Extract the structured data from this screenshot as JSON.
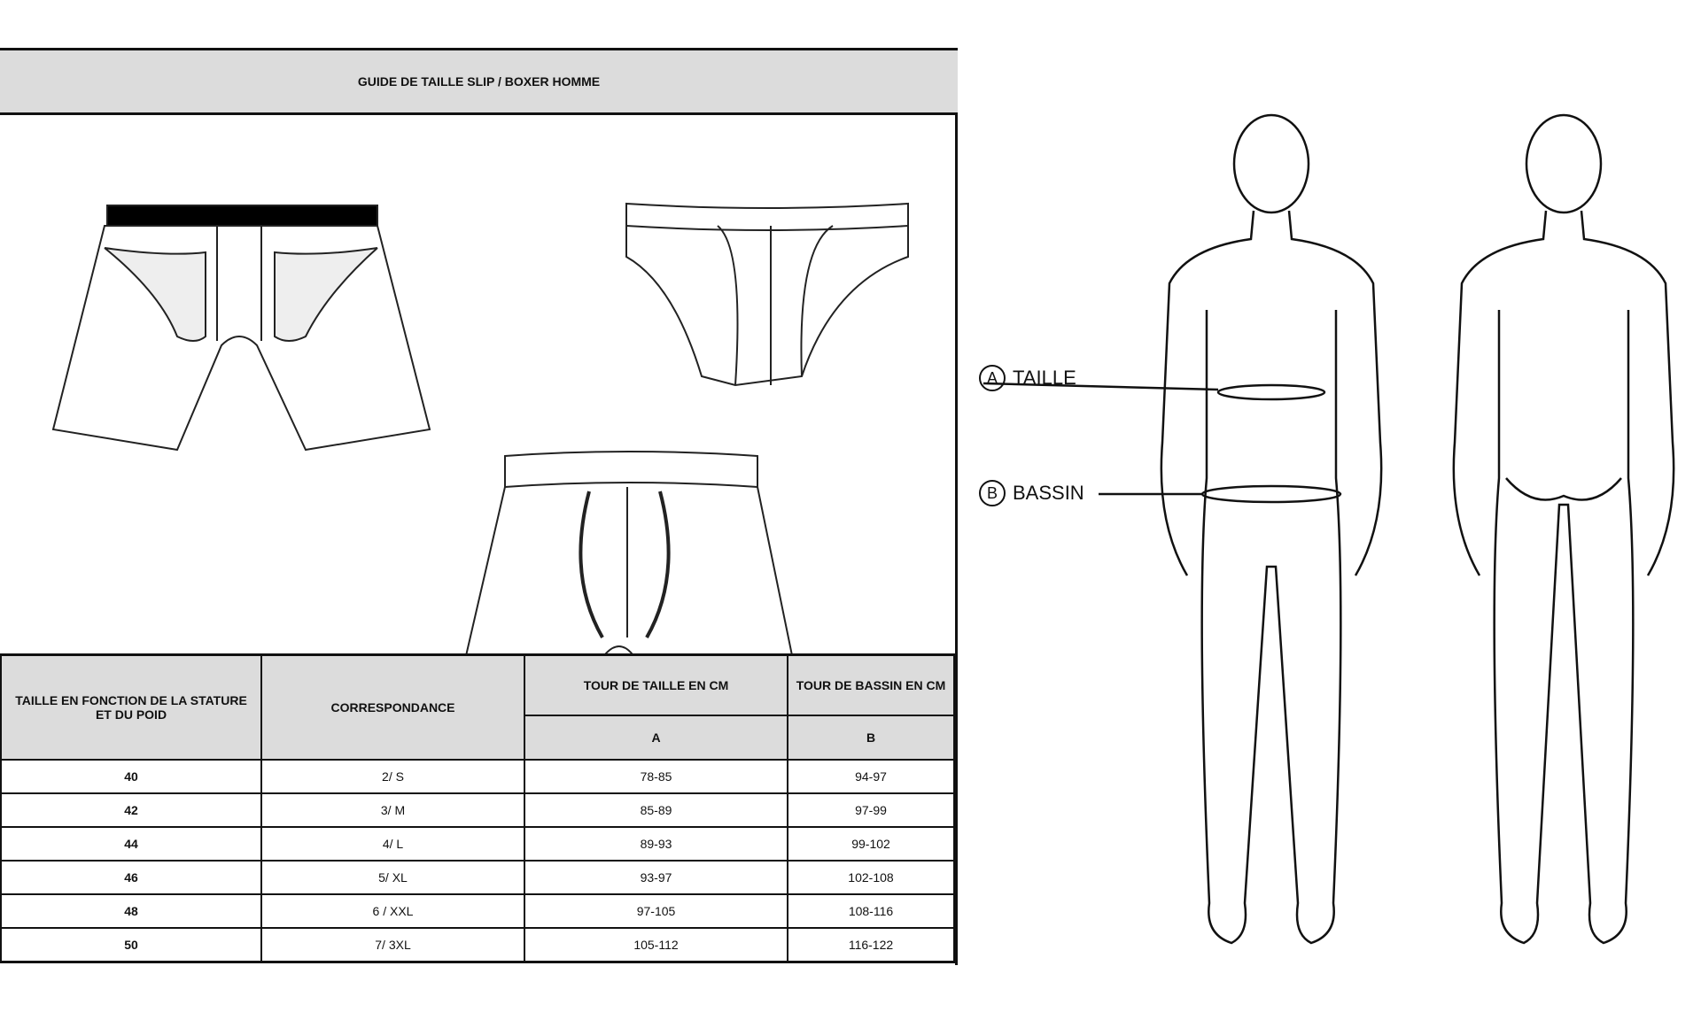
{
  "title": "GUIDE DE TAILLE SLIP / BOXER HOMME",
  "table": {
    "headers": {
      "size": "TAILLE EN FONCTION DE LA STATURE ET DU POID",
      "correspondance": "CORRESPONDANCE",
      "waist": "TOUR DE TAILLE EN CM",
      "hip": "TOUR DE BASSIN EN CM",
      "waist_key": "A",
      "hip_key": "B"
    },
    "rows": [
      [
        "40",
        "2/ S",
        "78-85",
        "94-97"
      ],
      [
        "42",
        "3/ M",
        "85-89",
        "97-99"
      ],
      [
        "44",
        "4/ L",
        "89-93",
        "99-102"
      ],
      [
        "46",
        "5/ XL",
        "93-97",
        "102-108"
      ],
      [
        "48",
        "6 / XXL",
        "97-105",
        "108-116"
      ],
      [
        "50",
        "7/ 3XL",
        "105-112",
        "116-122"
      ]
    ]
  },
  "figure_labels": {
    "a_key": "A",
    "a_label": "TAILLE",
    "b_key": "B",
    "b_label": "BASSIN"
  },
  "colors": {
    "header_bg": "#dcdcdc",
    "line": "#111111"
  }
}
